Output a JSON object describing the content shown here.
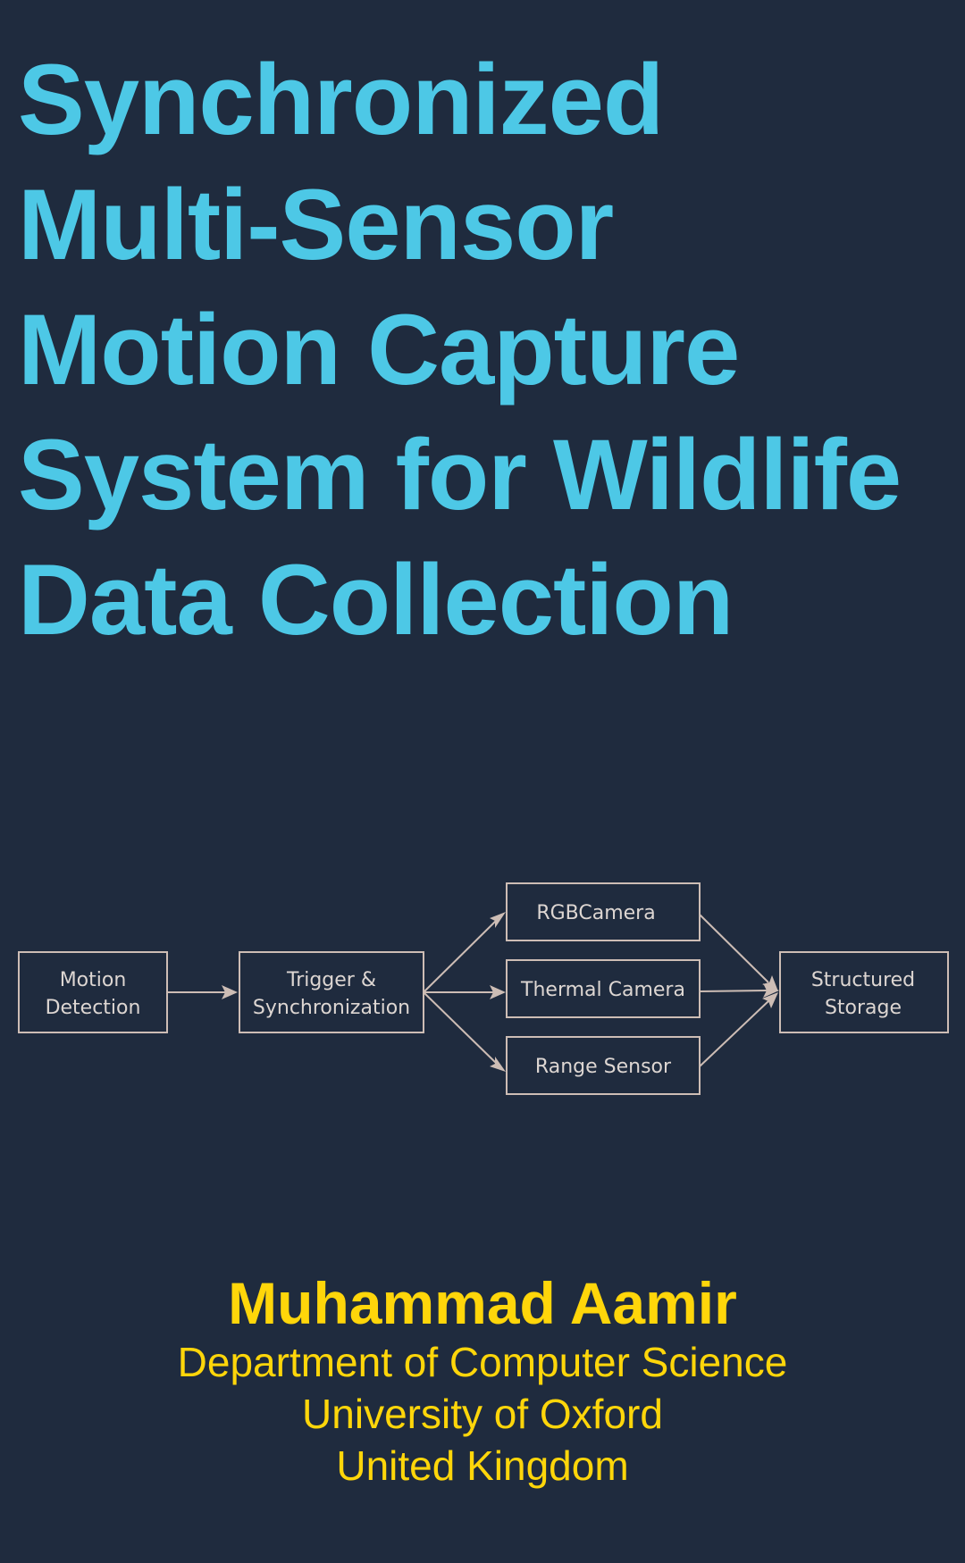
{
  "title_lines": [
    "Synchronized",
    "Multi-Sensor",
    "Motion Capture",
    "System for Wildlife",
    "Data Collection"
  ],
  "diagram": {
    "motion_detection": [
      "Motion",
      "Detection"
    ],
    "trigger_sync": [
      "Trigger &",
      "Synchronization"
    ],
    "rgb_camera": "RGBCamera",
    "thermal_camera": "Thermal Camera",
    "range_sensor": "Range Sensor",
    "structured_storage": [
      "Structured",
      "Storage"
    ]
  },
  "author": "Muhammad Aamir",
  "affiliation": [
    "Department of Computer Science",
    "University of Oxford",
    "United Kingdom"
  ],
  "colors": {
    "background": "#1f2b3e",
    "title": "#4dc8e6",
    "author": "#ffd60a",
    "diagram_stroke": "#cdbdb5"
  }
}
